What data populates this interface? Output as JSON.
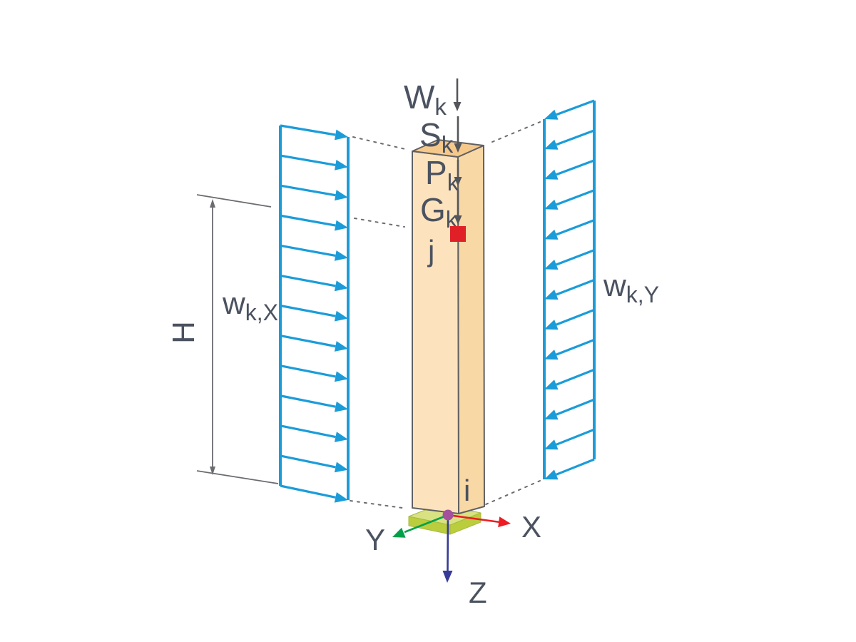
{
  "diagram": {
    "kind": "structural column load diagram",
    "labels": {
      "wind_left": {
        "main": "w",
        "sub": "k,X"
      },
      "wind_right": {
        "main": "w",
        "sub": "k,Y"
      },
      "height_dim": "H",
      "node_top": "j",
      "node_bottom": "i"
    },
    "loads": [
      {
        "id": "wk",
        "main": "W",
        "sub": "k"
      },
      {
        "id": "sk",
        "main": "S",
        "sub": "k"
      },
      {
        "id": "pk",
        "main": "P",
        "sub": "k"
      },
      {
        "id": "gk",
        "main": "G",
        "sub": "k"
      }
    ],
    "axes": {
      "x": "X",
      "y": "Y",
      "z": "Z"
    },
    "wind_panels": {
      "left": {
        "arrow_count": 13,
        "direction": "right"
      },
      "right": {
        "arrow_count": 13,
        "direction": "left"
      }
    },
    "colors": {
      "wind": "#1b9cd9",
      "column_front": "#fce3bd",
      "column_side": "#f8d8a5",
      "column_top": "#f6c98b",
      "base_top": "#d9e283",
      "base_front": "#bacd3c",
      "node_marker_red": "#e01f26",
      "axis_x": "#ed1c24",
      "axis_y": "#00a14b",
      "axis_z": "#363b97",
      "origin_dot": "#a4509c",
      "line_gray": "#6a6c70",
      "label_gray": "#4b5260"
    }
  }
}
